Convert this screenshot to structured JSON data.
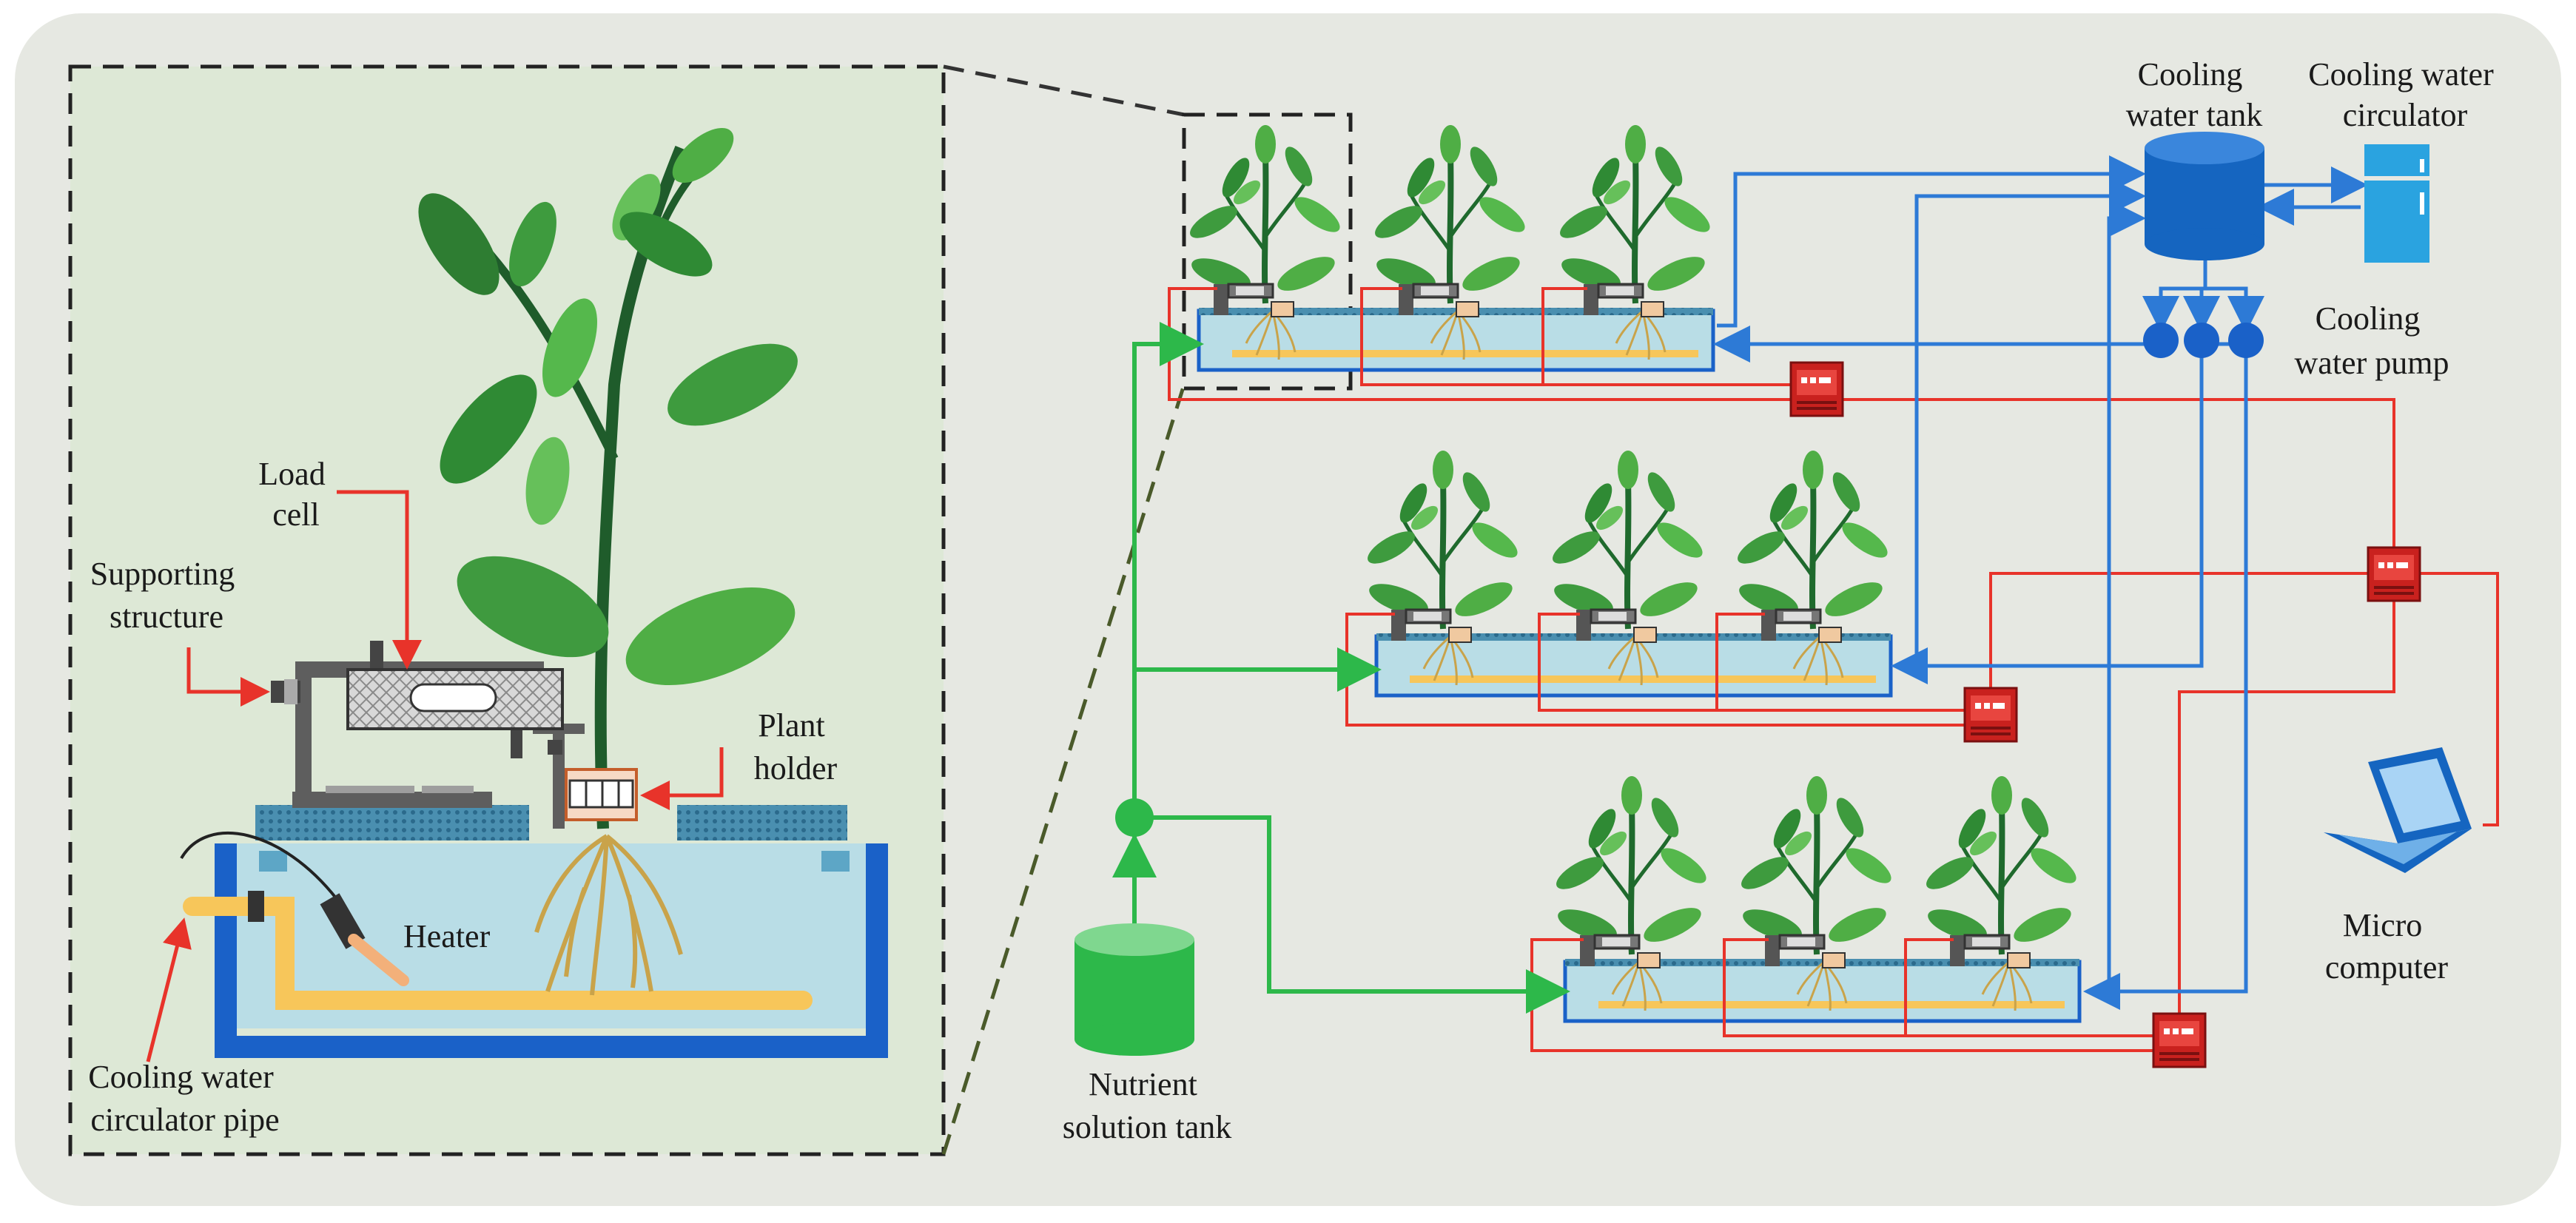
{
  "detail": {
    "load_cell": [
      "Load",
      "cell"
    ],
    "supporting_structure": [
      "Supporting",
      "structure"
    ],
    "plant_holder": [
      "Plant",
      "holder"
    ],
    "heater": "Heater",
    "cooling_pipe": [
      "Cooling water",
      "circulator pipe"
    ]
  },
  "system": {
    "cooling_tank": [
      "Cooling",
      "water tank"
    ],
    "cooling_circulator": [
      "Cooling water",
      "circulator"
    ],
    "cooling_pump": [
      "Cooling",
      "water pump"
    ],
    "nutrient_tank": [
      "Nutrient",
      "solution tank"
    ],
    "micro_computer": [
      "Micro",
      "computer"
    ]
  },
  "colors": {
    "panel_bg": "#e6e8e2",
    "inset_bg": "#dde8d6",
    "water_blue": "#2d7ad6",
    "tank_blue": "#1565c0",
    "nutrient_green": "#2db84a",
    "signal_red": "#e8332a",
    "heater_yellow": "#f7c65a",
    "leaf_green": "#3e9b3e"
  }
}
